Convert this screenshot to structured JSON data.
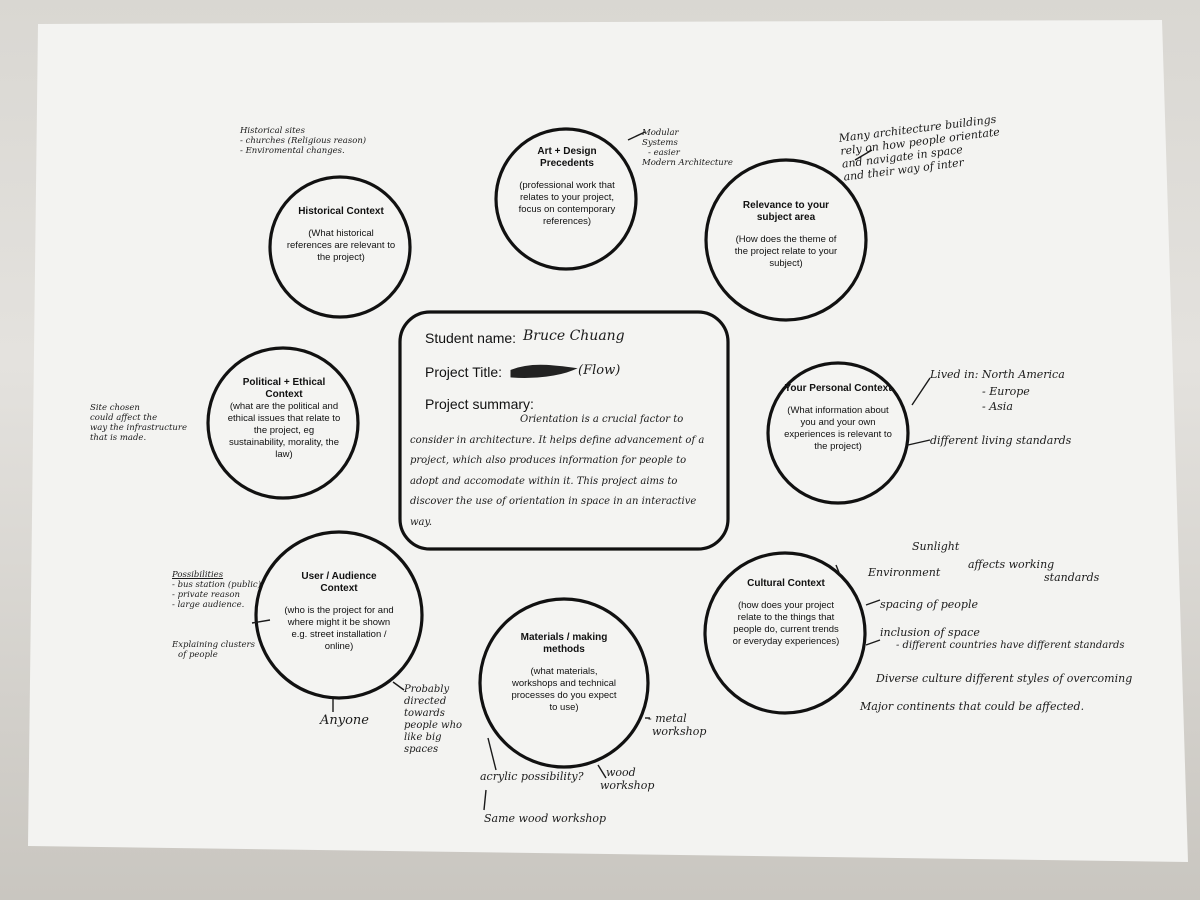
{
  "center": {
    "student_label": "Student name:",
    "student_value": "Bruce Chuang",
    "project_label": "Project Title:",
    "project_value": "(Flow)",
    "summary_label": "Project summary:",
    "summary_text": "Orientation is a crucial factor to consider in architecture. It helps define advancement of a project, which also produces information for people to adopt and accomodate within it. This project aims to discover the use of orientation in space in an interactive way."
  },
  "bubbles": {
    "art": {
      "title": "Art + Design Precedents",
      "desc": "(professional work that relates to your project, focus on contemporary references)"
    },
    "historical": {
      "title": "Historical Context",
      "desc": "(What historical references are relevant to the project)"
    },
    "relevance": {
      "title": "Relevance to your subject area",
      "desc": "(How does the theme of the project relate to your subject)"
    },
    "political": {
      "title": "Political + Ethical Context",
      "desc": "(what are the political and ethical issues that relate to the project, eg sustainability, morality, the law)"
    },
    "personal": {
      "title": "Your Personal Context",
      "desc": "(What information about you and your own experiences is relevant to the project)"
    },
    "user": {
      "title": "User / Audience Context",
      "desc": "(who is the project for and where might it be shown e.g. street installation / online)"
    },
    "materials": {
      "title": "Materials / making methods",
      "desc": "(what materials, workshops and technical processes do you expect to use)"
    },
    "cultural": {
      "title": "Cultural Context",
      "desc": "(how does your project relate to the things that people do, current trends or everyday experiences)"
    }
  },
  "notes": {
    "historical": [
      "Historical sites",
      "- churches (Religious reason)",
      "- Enviromental changes."
    ],
    "art": [
      "Modular",
      "Systems",
      "- easier",
      "Modern Architecture"
    ],
    "relevance": [
      "Many architecture buildings",
      "rely on how people orientate",
      "and navigate in space",
      "and their way of inter"
    ],
    "political": [
      "Site chosen",
      "could affect the",
      "way the infrastructure",
      "that is made."
    ],
    "personal_lived": [
      "Lived in: North America",
      "- Europe",
      "- Asia"
    ],
    "personal_living": "different living standards",
    "user_possibilities": [
      "Possibilities",
      "- bus station (public)",
      "- private reason",
      "- large audience."
    ],
    "user_clusters": [
      "Explaining clusters",
      "of people"
    ],
    "user_anyone": "Anyone",
    "user_probably": [
      "Probably",
      "directed",
      "towards",
      "people who",
      "like big",
      "spaces"
    ],
    "materials_metal": [
      "- metal",
      "workshop"
    ],
    "materials_wood": [
      "wood",
      "workshop"
    ],
    "materials_acrylic": "acrylic possibility?",
    "materials_same": "Same wood workshop",
    "cultural_sunlight": "Sunlight",
    "cultural_environment": "Environment",
    "cultural_affects": [
      "affects working",
      "standards"
    ],
    "cultural_spacing": "spacing of people",
    "cultural_inclusion": [
      "inclusion of space",
      "- different countries have different standards"
    ],
    "cultural_diverse": "Diverse culture different styles of overcoming",
    "cultural_major": "Major continents that could be affected."
  }
}
